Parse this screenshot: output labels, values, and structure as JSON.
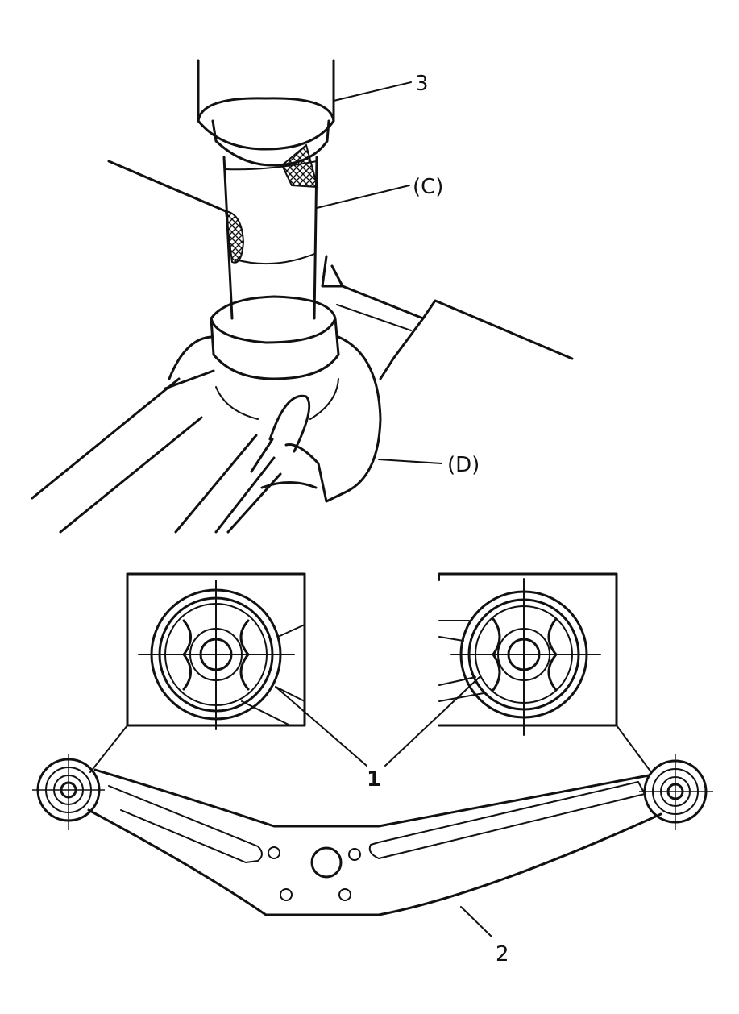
{
  "diagram": {
    "callouts": {
      "tool_upper": "3",
      "tool_shaft": "(C)",
      "support_base": "(D)",
      "bushing": "1",
      "member": "2"
    }
  }
}
